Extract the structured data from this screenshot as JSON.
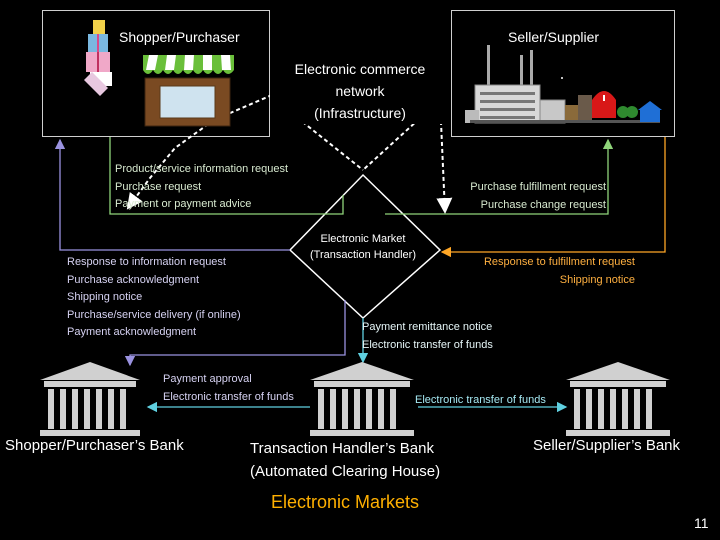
{
  "shopper": {
    "label": "Shopper/Purchaser"
  },
  "seller": {
    "label": "Seller/Supplier"
  },
  "network": {
    "line1": "Electronic commerce",
    "line2": "network",
    "line3": "(Infrastructure)"
  },
  "market": {
    "line1": "Electronic Market",
    "line2": "(Transaction Handler)"
  },
  "flows": {
    "shopper_to_market": [
      "Product/service information request",
      "Purchase request",
      "Payment or payment advice"
    ],
    "market_to_seller": [
      "Purchase fulfillment request",
      "Purchase change request"
    ],
    "market_to_shopper": [
      "Response to information request",
      "Purchase acknowledgment",
      "Shipping notice",
      "Purchase/service delivery (if online)",
      "Payment acknowledgment"
    ],
    "seller_to_market": [
      "Response to fulfillment request",
      "Shipping notice"
    ],
    "market_to_handler_bank": [
      "Payment remittance notice",
      "Electronic transfer of funds"
    ],
    "handler_bank_to_shopper_bank": [
      "Payment approval",
      "Electronic transfer of funds"
    ],
    "handler_bank_to_seller_bank": [
      "Electronic transfer of funds"
    ]
  },
  "banks": {
    "shopper": "Shopper/Purchaser’s Bank",
    "handler_line1": "Transaction Handler’s Bank",
    "handler_line2": "(Automated Clearing House)",
    "seller": "Seller/Supplier’s Bank"
  },
  "footer": {
    "title": "Electronic Markets",
    "page": "11"
  },
  "colors": {
    "green": "#8fd47a",
    "purple": "#9a92e0",
    "orange": "#ffa726",
    "cyan": "#5fd0e0",
    "title": "#ffb000"
  }
}
